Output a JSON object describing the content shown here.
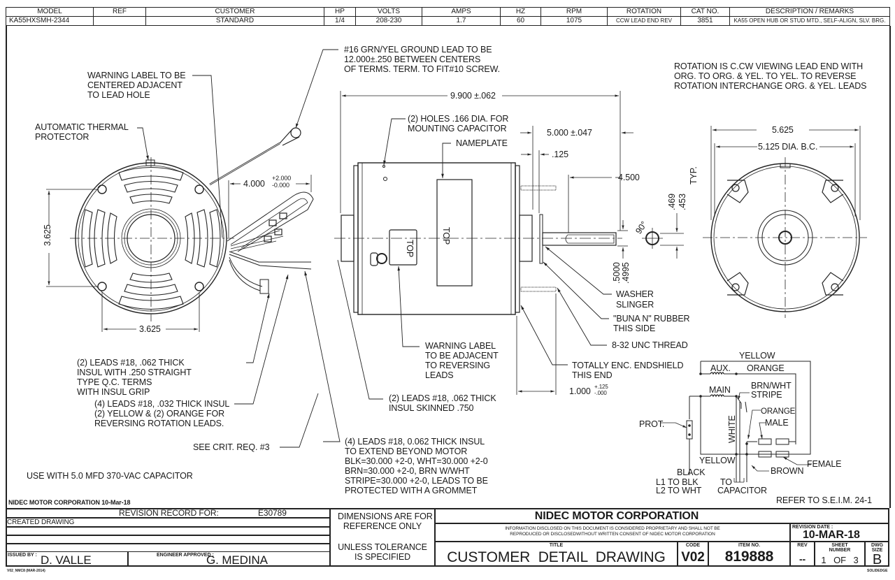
{
  "spec_table": {
    "headers": [
      "MODEL",
      "REF",
      "CUSTOMER",
      "HP",
      "VOLTS",
      "AMPS",
      "HZ",
      "RPM",
      "ROTATION",
      "CAT NO.",
      "DESCRIPTION / REMARKS"
    ],
    "values": [
      "KA55HXSMH-2344",
      "",
      "STANDARD",
      "1/4",
      "208-230",
      "1.7",
      "60",
      "1075",
      "CCW LEAD END REV",
      "3851",
      "KA55 OPEN HUB OR STUD MTD., SELF-ALIGN, SLV. BRG."
    ]
  },
  "notes": {
    "ground_lead": [
      "#16 GRN/YEL GROUND LEAD TO BE",
      "12.000±.250 BETWEEN CENTERS",
      "OF TERMS. TERM. TO FIT#10 SCREW."
    ],
    "warning_label_lead_hole": [
      "WARNING LABEL TO BE",
      "CENTERED ADJACENT",
      "TO LEAD HOLE"
    ],
    "thermal_protector": [
      "AUTOMATIC THERMAL",
      "PROTECTOR"
    ],
    "rotation": [
      "ROTATION IS C.CW VIEWING LEAD END WITH",
      "ORG. TO ORG. & YEL. TO YEL. TO REVERSE",
      "ROTATION INTERCHANGE ORG. & YEL. LEADS"
    ],
    "holes_capacitor": [
      "(2) HOLES .166 DIA. FOR",
      "MOUNTING CAPACITOR"
    ],
    "nameplate": "NAMEPLATE",
    "top_label_1": "TOP",
    "top_label_2": "TOP",
    "leads_qc": [
      "(2) LEADS #18, .062 THICK",
      "INSUL WITH .250 STRAIGHT",
      "TYPE Q.C. TERMS",
      "WITH INSUL GRIP"
    ],
    "leads_reversing": [
      "(4) LEADS #18, .032 THICK INSUL",
      "(2) YELLOW & (2) ORANGE FOR",
      "REVERSING ROTATION LEADS."
    ],
    "crit_req": "SEE CRIT. REQ. #3",
    "capacitor_use": "USE WITH 5.0 MFD 370-VAC CAPACITOR",
    "warning_label_reversing": [
      "WARNING LABEL",
      "TO BE ADJACENT",
      "TO REVERSING",
      "LEADS"
    ],
    "leads_skinned": [
      "(2) LEADS #18, .062 THICK",
      "INSUL SKINNED .750"
    ],
    "leads_extend": [
      "(4) LEADS #18, 0.062 THICK INSUL",
      "TO EXTEND BEYOND MOTOR",
      "BLK=30.000 +2-0, WHT=30.000 +2-0",
      "BRN=30.000 +2-0, BRN W/WHT",
      "STRIPE=30.000 +2-0, LEADS TO BE",
      "PROTECTED WITH A GROMMET"
    ],
    "washer": [
      "WASHER",
      "SLINGER"
    ],
    "buna": [
      "\"BUNA N\" RUBBER",
      "THIS SIDE"
    ],
    "thread": "8-32 UNC THREAD",
    "endshield": [
      "TOTALLY ENC. ENDSHIELD",
      "THIS END"
    ],
    "refer": "REFER TO S.E.I.M. 24-1",
    "corp_date": "NIDEC MOTOR CORPORATION 10-Mar-18"
  },
  "dimensions": {
    "overall_length": "9.900 ±.062",
    "stud_length": "5.000 ±.047",
    "washer_gap": ".125",
    "shaft_length": "4.500",
    "lead_length": "4.000",
    "lead_tol_plus": "+2.000",
    "lead_tol_minus": "-0.000",
    "bolt_vertical": "3.625",
    "bolt_horizontal": "3.625",
    "body_dia": "5.625",
    "bolt_circle": "5.125 DIA. B.C.",
    "flat_469": ".469",
    "flat_453": ".453",
    "flat_typ": "TYP.",
    "angle": "90°",
    "shaft_dia_max": ".5000",
    "shaft_dia_min": ".4995",
    "endshield_len": "1.000",
    "endshield_tol_plus": "+.125",
    "endshield_tol_minus": "-.000"
  },
  "wiring": {
    "yellow_top": "YELLOW",
    "aux": "AUX.",
    "orange_top": "ORANGE",
    "main": "MAIN",
    "brn_wht": [
      "BRN/WHT",
      "STRIPE"
    ],
    "orange": "ORANGE",
    "male": "MALE",
    "prot": "PROT.",
    "white": "WHITE",
    "yellow_bottom": "YELLOW",
    "female": "FEMALE",
    "brown": "BROWN",
    "black": "BLACK",
    "l1": "L1 TO BLK",
    "l2": "L2 TO WHT",
    "to_capacitor": [
      "TO",
      "CAPACITOR"
    ]
  },
  "title_block": {
    "revision_record_label": "REVISION RECORD FOR:",
    "revision_record_value": "E30789",
    "created": "CREATED DRAWING",
    "issued_by_label": "ISSUED BY :",
    "issued_by": "D. VALLE",
    "engineer_label": "ENGINEER APPROVED :",
    "engineer": "G. MEDINA",
    "dims_note_1": [
      "DIMENSIONS ARE FOR",
      "REFERENCE ONLY"
    ],
    "dims_note_2": [
      "UNLESS TOLERANCE",
      "IS SPECIFIED"
    ],
    "company": "NIDEC MOTOR CORPORATION",
    "proprietary": [
      "INFORMATION DISCLOSED ON THIS DOCUMENT IS CONSIDERED PROPRIETARY AND SHALL NOT BE",
      "REPRODUCED OR DISCLOSEDWITHOUT WRITTEN CONSENT OF NIDEC MOTOR CORPORATION"
    ],
    "revision_date_label": "REVISION DATE :",
    "revision_date": "10-MAR-18",
    "title_label": "TITLE",
    "title": "CUSTOMER  DETAIL  DRAWING",
    "code_label": "CODE",
    "code": "V02",
    "item_label": "ITEM NO.",
    "item": "819888",
    "rev_label": "REV",
    "rev": "--",
    "sheet_label": [
      "SHEET",
      "NUMBER"
    ],
    "sheet": "1   OF   3",
    "dwg_label": [
      "DWG",
      "SIZE"
    ],
    "dwg_size": "B",
    "form_code": "V02_NMC8 (MAR-2014)",
    "software": "SOLIDEDGE"
  }
}
